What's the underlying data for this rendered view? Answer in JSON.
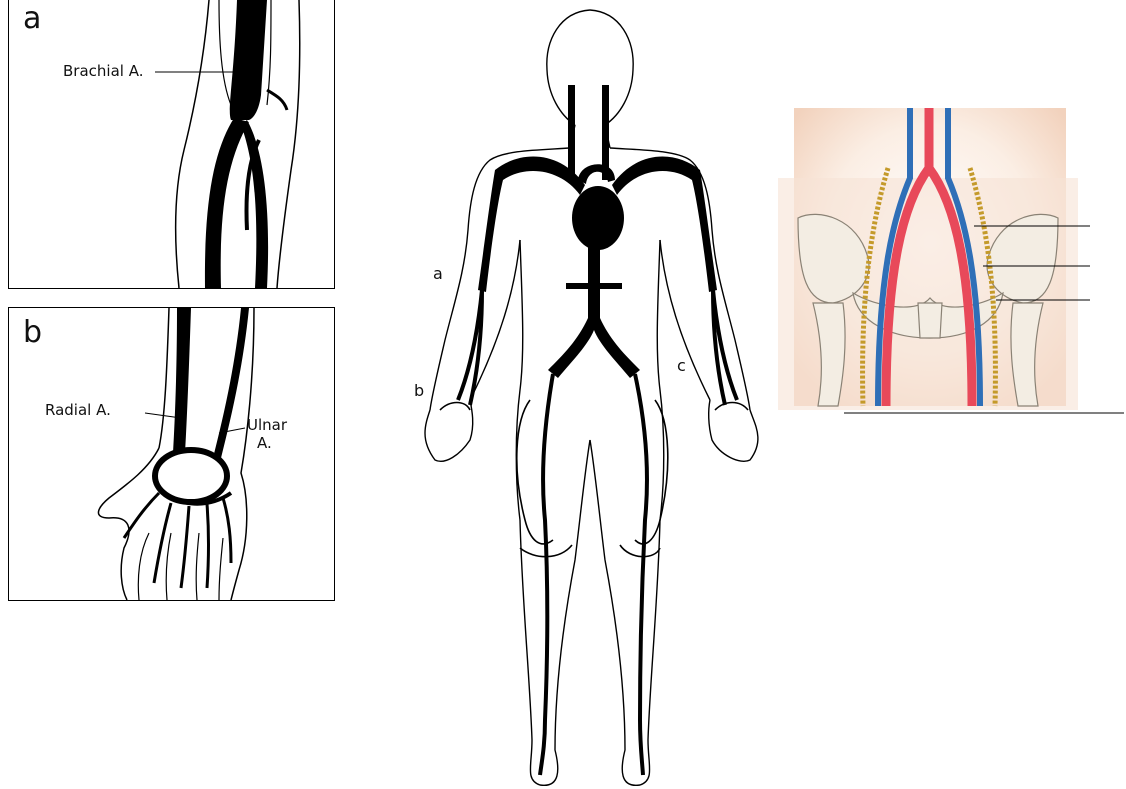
{
  "panel_a": {
    "letter": "a",
    "label_brachial": "Brachial A."
  },
  "panel_b": {
    "letter": "b",
    "label_radial": "Radial A.",
    "label_ulnar_line1": "Ulnar",
    "label_ulnar_line2": "A."
  },
  "body_figure": {
    "site_a": "a",
    "site_b": "b",
    "site_c": "c"
  },
  "pelvis_figure": {
    "leader_lines": 3
  },
  "colors": {
    "artery": "#e8495a",
    "vein": "#2f6fb7",
    "nerve": "#c49a2a",
    "skin": "#f5dccb",
    "ink": "#000000"
  }
}
